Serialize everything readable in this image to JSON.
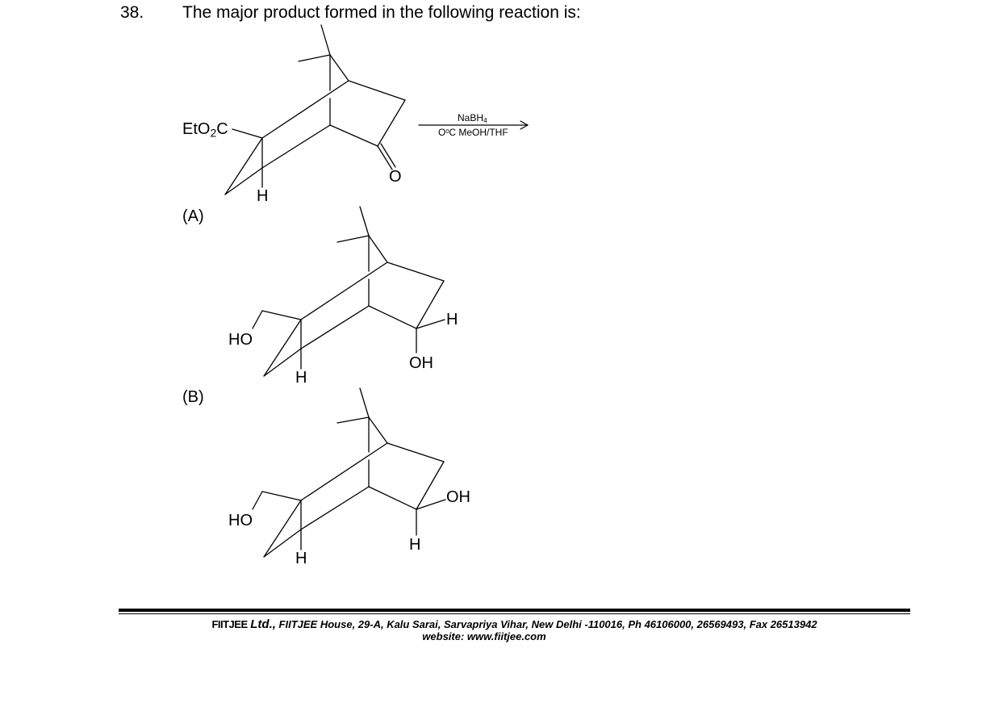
{
  "question": {
    "number": "38.",
    "text": "The major product formed in the following reaction is:"
  },
  "reactant": {
    "ester_group": [
      "EtO",
      "2",
      "C"
    ],
    "hydrogen": "H",
    "oxygen": "O"
  },
  "reagent": {
    "above": [
      "NaBH",
      "4"
    ],
    "below": [
      "O",
      "0",
      "C MeOH/THF"
    ]
  },
  "options": [
    {
      "label": "(A)",
      "hydroxymethyl": "HO",
      "bridgehead_h": "H",
      "ring_h": "H",
      "ring_oh": "OH"
    },
    {
      "label": "(B)",
      "hydroxymethyl": "HO",
      "bridgehead_h": "H",
      "ring_h": "H",
      "ring_oh": "OH"
    }
  ],
  "footer": {
    "brand": "FIITJEE",
    "ltd": "Ltd.,",
    "address": "FIITJEE House, 29-A, Kalu  Sarai, Sarvapriya Vihar, New Delhi -110016, Ph 46106000, 26569493, Fax 26513942",
    "website": "website: www.fiitjee.com"
  }
}
